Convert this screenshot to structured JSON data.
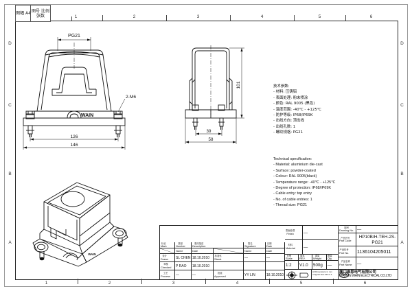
{
  "sheet": {
    "zones_top": [
      "1",
      "2",
      "3",
      "4",
      "5",
      "6"
    ],
    "zones_bottom": [
      "1",
      "2",
      "3",
      "4",
      "5",
      "6"
    ],
    "zones_left": [
      "D",
      "C",
      "B",
      "A"
    ],
    "zones_right": [
      "D",
      "C",
      "B",
      "A"
    ],
    "format_boxes": [
      {
        "label": "图幅 A4"
      },
      {
        "label": "图号 比例 张数"
      }
    ]
  },
  "views": {
    "front": {
      "name": "front-view",
      "thread_callout": "PG21",
      "brand": "WAIN",
      "mount_callout": "2-M6",
      "dim_inner": "126",
      "dim_outer": "146"
    },
    "side": {
      "name": "side-view",
      "dim_height": "101",
      "dim_inner": "39",
      "dim_width": "58"
    },
    "iso": {
      "name": "isometric-view",
      "brand": "WAIN"
    }
  },
  "specs": {
    "chinese": "技术参数:\n- 材料: 压铸铝\n- 表面处理: 粉末喷涂\n- 颜色: RAL 9005 (黑色)\n- 温度范围: -40℃ - +125℃\n- 防护等级: IP68/IP69K\n- 出线方向: 顶出线\n- 出线孔数: 1\n- 螺纹规格: PG21",
    "english": "Technical specification:\n- Material: aluminium die-cast\n- Surface: powder-coated\n- Colour: RAL 9005(black)\n- Temperature range: -40℃ - +125℃\n- Degree of protection: IP68/IP69K\n- Cable entry: top entry\n- No. of cable entries: 1\n- Thread size: PG21"
  },
  "title_block": {
    "rev_header": {
      "mark_cn": "标记",
      "mark_en": "Mark",
      "qty_cn": "数量",
      "qty_en": "Number",
      "desc_cn": "更改描述",
      "desc_en": "Description",
      "sign_cn": "签名",
      "sign_en": "Signature",
      "date_cn": "日期",
      "date_en": "Date"
    },
    "sub_header": {
      "name_cn": "姓名",
      "name_en": "Name",
      "date_cn": "日期",
      "date_en": "Date"
    },
    "rows": [
      {
        "role_cn": "设计",
        "role_en": "Drawn",
        "name": "SL CHEN",
        "date": "18.10.2010",
        "role2_cn": "标准化",
        "role2_en": "Stand.",
        "name2": "—",
        "date2": "—"
      },
      {
        "role_cn": "审核",
        "role_en": "Checked",
        "name": "P RAO",
        "date": "18.10.2010",
        "role2_cn": "",
        "role2_en": "",
        "name2": "",
        "date2": ""
      },
      {
        "role_cn": "工艺",
        "role_en": "Process",
        "name": "—",
        "date": "—",
        "role2_cn": "批准",
        "role2_en": "Approved",
        "name2": "YY LIN",
        "date2": "18.10.2010"
      }
    ],
    "finish": {
      "cn": "表面处理",
      "en": "Finish",
      "value": "—"
    },
    "material": {
      "cn": "材料",
      "en": "Material",
      "value": "—"
    },
    "scale": {
      "cn": "比例",
      "en": "Scale",
      "value": "1:2"
    },
    "rev": {
      "cn": "版本",
      "en": "REV.",
      "value": "V1.0"
    },
    "weight": {
      "cn": "重量",
      "en": "Weight",
      "value": "500g"
    },
    "qty": {
      "cn": "数量",
      "en": "Qty.",
      "value": "—"
    },
    "drawing_no": {
      "cn": "图号",
      "en": "Drawing No.",
      "value": "—"
    },
    "part_code": {
      "cn": "产品代号",
      "en": "Part Code",
      "value": "HP10B/H-TEH-2S-PG21"
    },
    "part_no": {
      "cn": "产品料号",
      "en": "Part No.",
      "value": "1136104205011"
    },
    "part_name": {
      "cn": "产品名称",
      "en": "Part Name",
      "value": "—"
    },
    "units_note": "All Dimensions in mm\nOriginal Size DIN A 4",
    "projection_symbol": "first-angle",
    "company": {
      "logo_text": "WAIN",
      "name_cn": "厦门维恩电气有限公司",
      "name_en": "XIAMEN WAIN ELECTRICAL CO.LTD"
    }
  }
}
